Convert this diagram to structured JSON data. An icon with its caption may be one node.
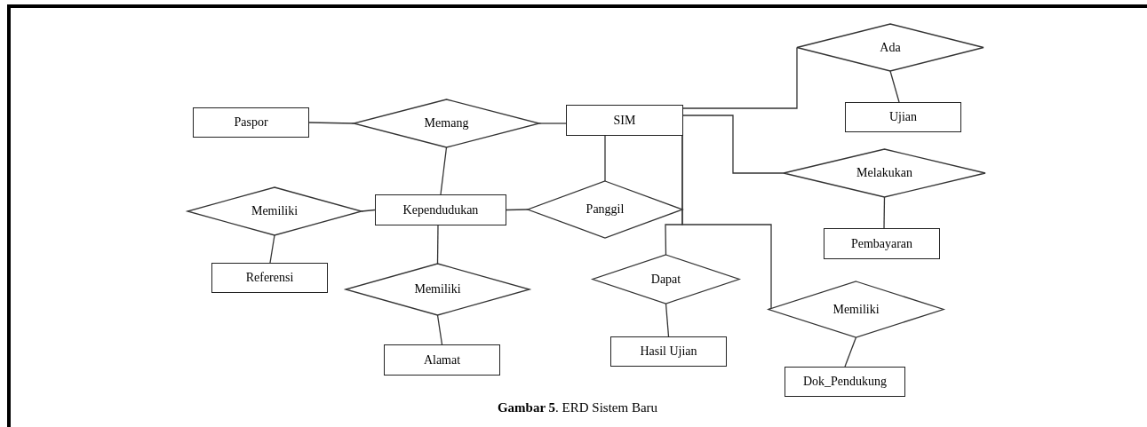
{
  "diagram": {
    "caption": "**Gambar 5**. ERD Sistem Baru",
    "nodes": [
      {
        "text": [
          "Paspor"
        ]
      },
      {
        "text": [
          "Memang"
        ]
      },
      {
        "text": [
          "SIM"
        ]
      },
      {
        "text": [
          "Ada"
        ]
      },
      {
        "text": [
          "Ujian"
        ]
      },
      {
        "text": [
          "Melakukan"
        ]
      },
      {
        "text": [
          "Memiliki"
        ]
      },
      {
        "text": [
          "Kependudukan"
        ]
      },
      {
        "text": [
          "Panggil"
        ]
      },
      {
        "text": [
          "Pembayaran"
        ]
      },
      {
        "text": [
          "Referensi"
        ]
      },
      {
        "text": [
          "Memiliki"
        ]
      },
      {
        "text": [
          "Dapat"
        ]
      },
      {
        "text": [
          "Memiliki"
        ]
      },
      {
        "text": [
          "Alamat"
        ]
      },
      {
        "text": [
          "Hasil Ujian"
        ]
      },
      {
        "text": [
          "Dok_Pendukung"
        ]
      }
    ],
    "edges": [
      {
        "from": 0,
        "to": 1,
        "arrow": "none"
      },
      {
        "from": 1,
        "to": 2,
        "arrow": "none"
      },
      {
        "from": 1,
        "to": 7,
        "arrow": "none"
      },
      {
        "from": 2,
        "to": 3,
        "arrow": "none"
      },
      {
        "from": 3,
        "to": 4,
        "arrow": "none"
      },
      {
        "from": 2,
        "to": 5,
        "arrow": "none"
      },
      {
        "from": 5,
        "to": 9,
        "arrow": "none"
      },
      {
        "from": 6,
        "to": 7,
        "arrow": "none"
      },
      {
        "from": 6,
        "to": 10,
        "arrow": "none"
      },
      {
        "from": 7,
        "to": 8,
        "arrow": "none"
      },
      {
        "from": 8,
        "to": 2,
        "arrow": "none"
      },
      {
        "from": 7,
        "to": 11,
        "arrow": "none"
      },
      {
        "from": 11,
        "to": 14,
        "arrow": "none"
      },
      {
        "from": 2,
        "to": 12,
        "arrow": "none"
      },
      {
        "from": 2,
        "to": 13,
        "arrow": "none"
      },
      {
        "from": 12,
        "to": 15,
        "arrow": "none"
      },
      {
        "from": 13,
        "to": 16,
        "arrow": "none"
      }
    ]
  }
}
